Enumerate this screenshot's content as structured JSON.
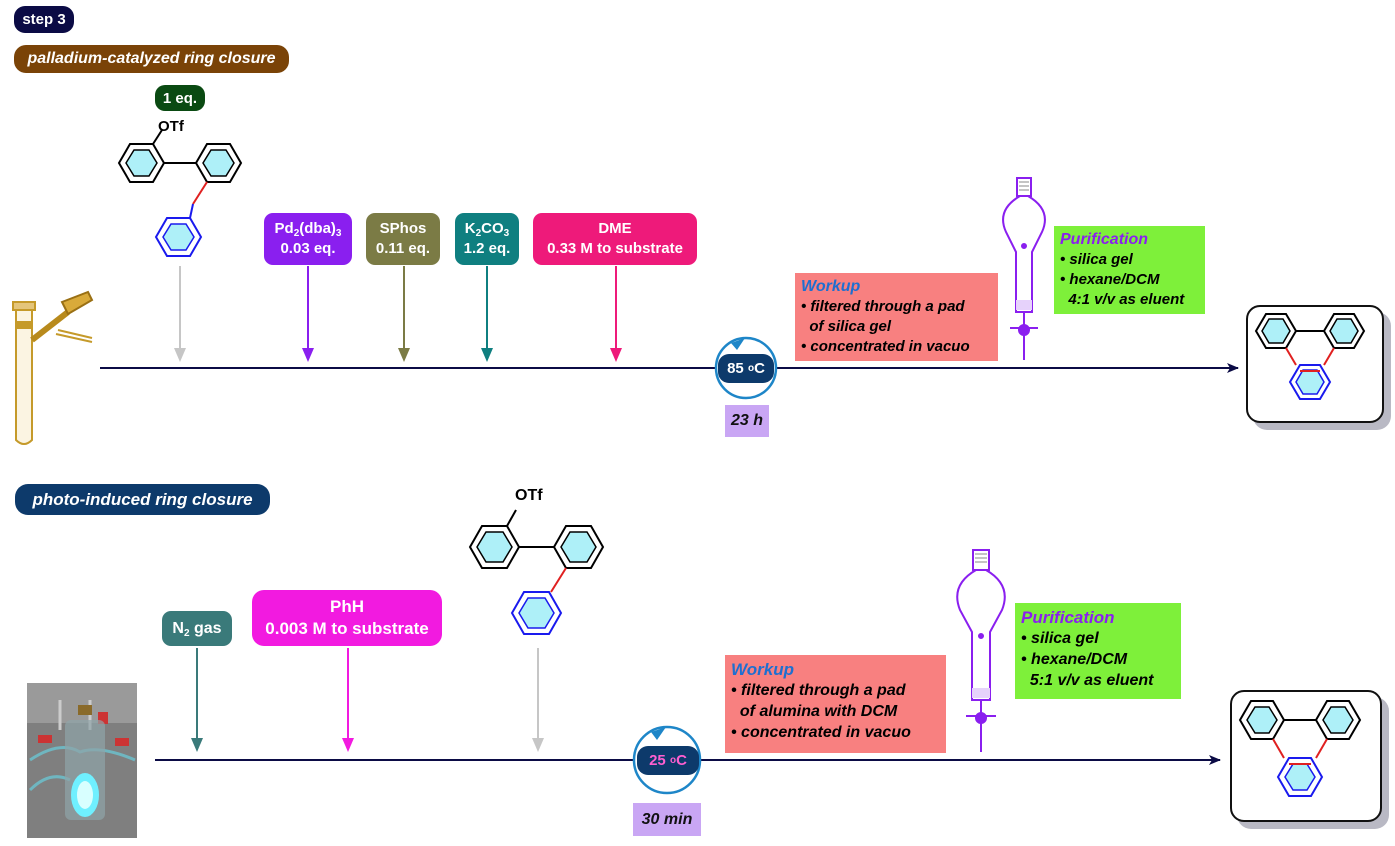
{
  "step_label": "step 3",
  "routes": {
    "top": {
      "title": "palladium-catalyzed ring closure",
      "equiv_label": "1 eq.",
      "substrate_label": "OTf",
      "reagents": {
        "pd": {
          "name_pre": "Pd",
          "name_sub1": "2",
          "name_mid": "(dba)",
          "name_sub2": "3",
          "amount": "0.03 eq."
        },
        "sphos": {
          "name": "SPhos",
          "amount": "0.11 eq."
        },
        "k2co3": {
          "name_pre": "K",
          "name_sub1": "2",
          "name_mid": "CO",
          "name_sub2": "3",
          "amount": "1.2 eq."
        },
        "dme": {
          "name": "DME",
          "amount": "0.33 M to substrate"
        }
      },
      "temperature": {
        "value": "85 ",
        "unit_sup": "o",
        "unit": "C"
      },
      "time": "23 h",
      "workup": {
        "title": "Workup",
        "lines": [
          "• filtered through a pad",
          "  of silica gel",
          "• concentrated in vacuo"
        ]
      },
      "purification": {
        "title": "Purification",
        "lines": [
          "• silica gel",
          "• hexane/DCM",
          "  4:1 v/v as eluent"
        ]
      }
    },
    "bottom": {
      "title": "photo-induced ring closure",
      "substrate_label": "OTf",
      "reagents": {
        "n2": {
          "name_pre": "N",
          "name_sub": "2",
          "name_post": " gas"
        },
        "phh": {
          "name": "PhH",
          "amount": "0.003 M to substrate"
        }
      },
      "temperature": {
        "value": "25 ",
        "unit_sup": "o",
        "unit": "C"
      },
      "time": "30 min",
      "workup": {
        "title": "Workup",
        "lines": [
          "• filtered through a pad",
          "  of alumina with DCM",
          "• concentrated in vacuo"
        ]
      },
      "purification": {
        "title": "Purification",
        "lines": [
          "• silica gel",
          "• hexane/DCM",
          "  5:1 v/v as eluent"
        ]
      }
    }
  },
  "colors": {
    "navy": "#0b0b45",
    "brown": "#7a4307",
    "route_blue": "#0d3a6b",
    "green_dark": "#0a4a12",
    "purple": "#8a1fef",
    "olive": "#7b7b45",
    "teal": "#0f7f80",
    "magenta": "#ee1a7a",
    "fuchsia": "#f21ae0",
    "n2_teal": "#3a7a7a",
    "workup_bg": "#f88080",
    "purif_bg": "#7ef03a",
    "time_bg": "#c9a6f4"
  }
}
